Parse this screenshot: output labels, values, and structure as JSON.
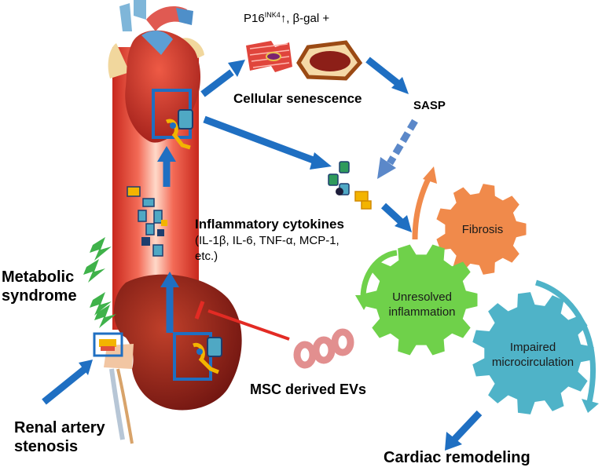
{
  "labels": {
    "p16_main": "P16",
    "p16_sup": "INK4",
    "p16_rest": "↑, β-gal +",
    "cellular_senescence": "Cellular senescence",
    "sasp": "SASP",
    "inflammatory_cytokines": "Inflammatory cytokines",
    "cytokines_line1": "(IL-1β, IL-6, TNF-α, MCP-1,",
    "cytokines_line2": "etc.)",
    "metabolic_line1": "Metabolic",
    "metabolic_line2": "syndrome",
    "renal_line1": "Renal artery",
    "renal_line2": "stenosis",
    "msc_evs": "MSC derived EVs",
    "cardiac_remodeling": "Cardiac remodeling"
  },
  "gears": {
    "fibrosis": "Fibrosis",
    "unresolved_line1": "Unresolved",
    "unresolved_line2": "inflammation",
    "impaired_line1": "Impaired",
    "impaired_line2": "microcirculation"
  },
  "colors": {
    "fibrosis": "#f08a4b",
    "inflammation": "#6fd14a",
    "microcirculation": "#4fb3c8",
    "arrow_blue": "#1f6fc2",
    "inhibit_red": "#e32b24",
    "vessel": "#e8453a",
    "ev": "#e28f8f"
  }
}
